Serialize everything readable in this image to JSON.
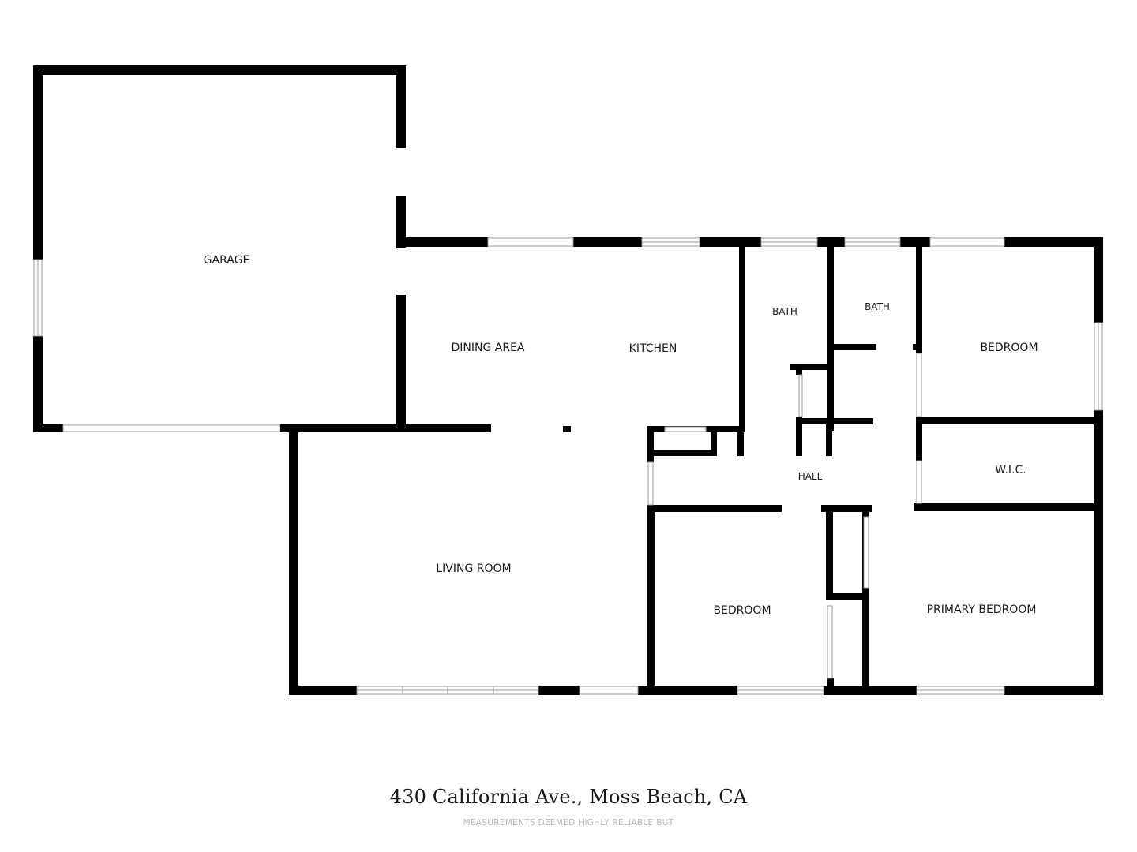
{
  "rooms": {
    "garage": "GARAGE",
    "dining_area": "DINING AREA",
    "kitchen": "KITCHEN",
    "bath_1": "BATH",
    "bath_2": "BATH",
    "bedroom_ne": "BEDROOM",
    "wic": "W.I.C.",
    "hall": "HALL",
    "living_room": "LIVING ROOM",
    "bedroom_s": "BEDROOM",
    "primary_bedroom": "PRIMARY BEDROOM"
  },
  "footer": {
    "address": "430 California Ave., Moss Beach, CA",
    "disclaimer": "MEASUREMENTS DEEMED HIGHLY RELIABLE BUT"
  },
  "colors": {
    "wall": "#000000",
    "window_frame": "#9a9a9a",
    "background": "#ffffff"
  }
}
